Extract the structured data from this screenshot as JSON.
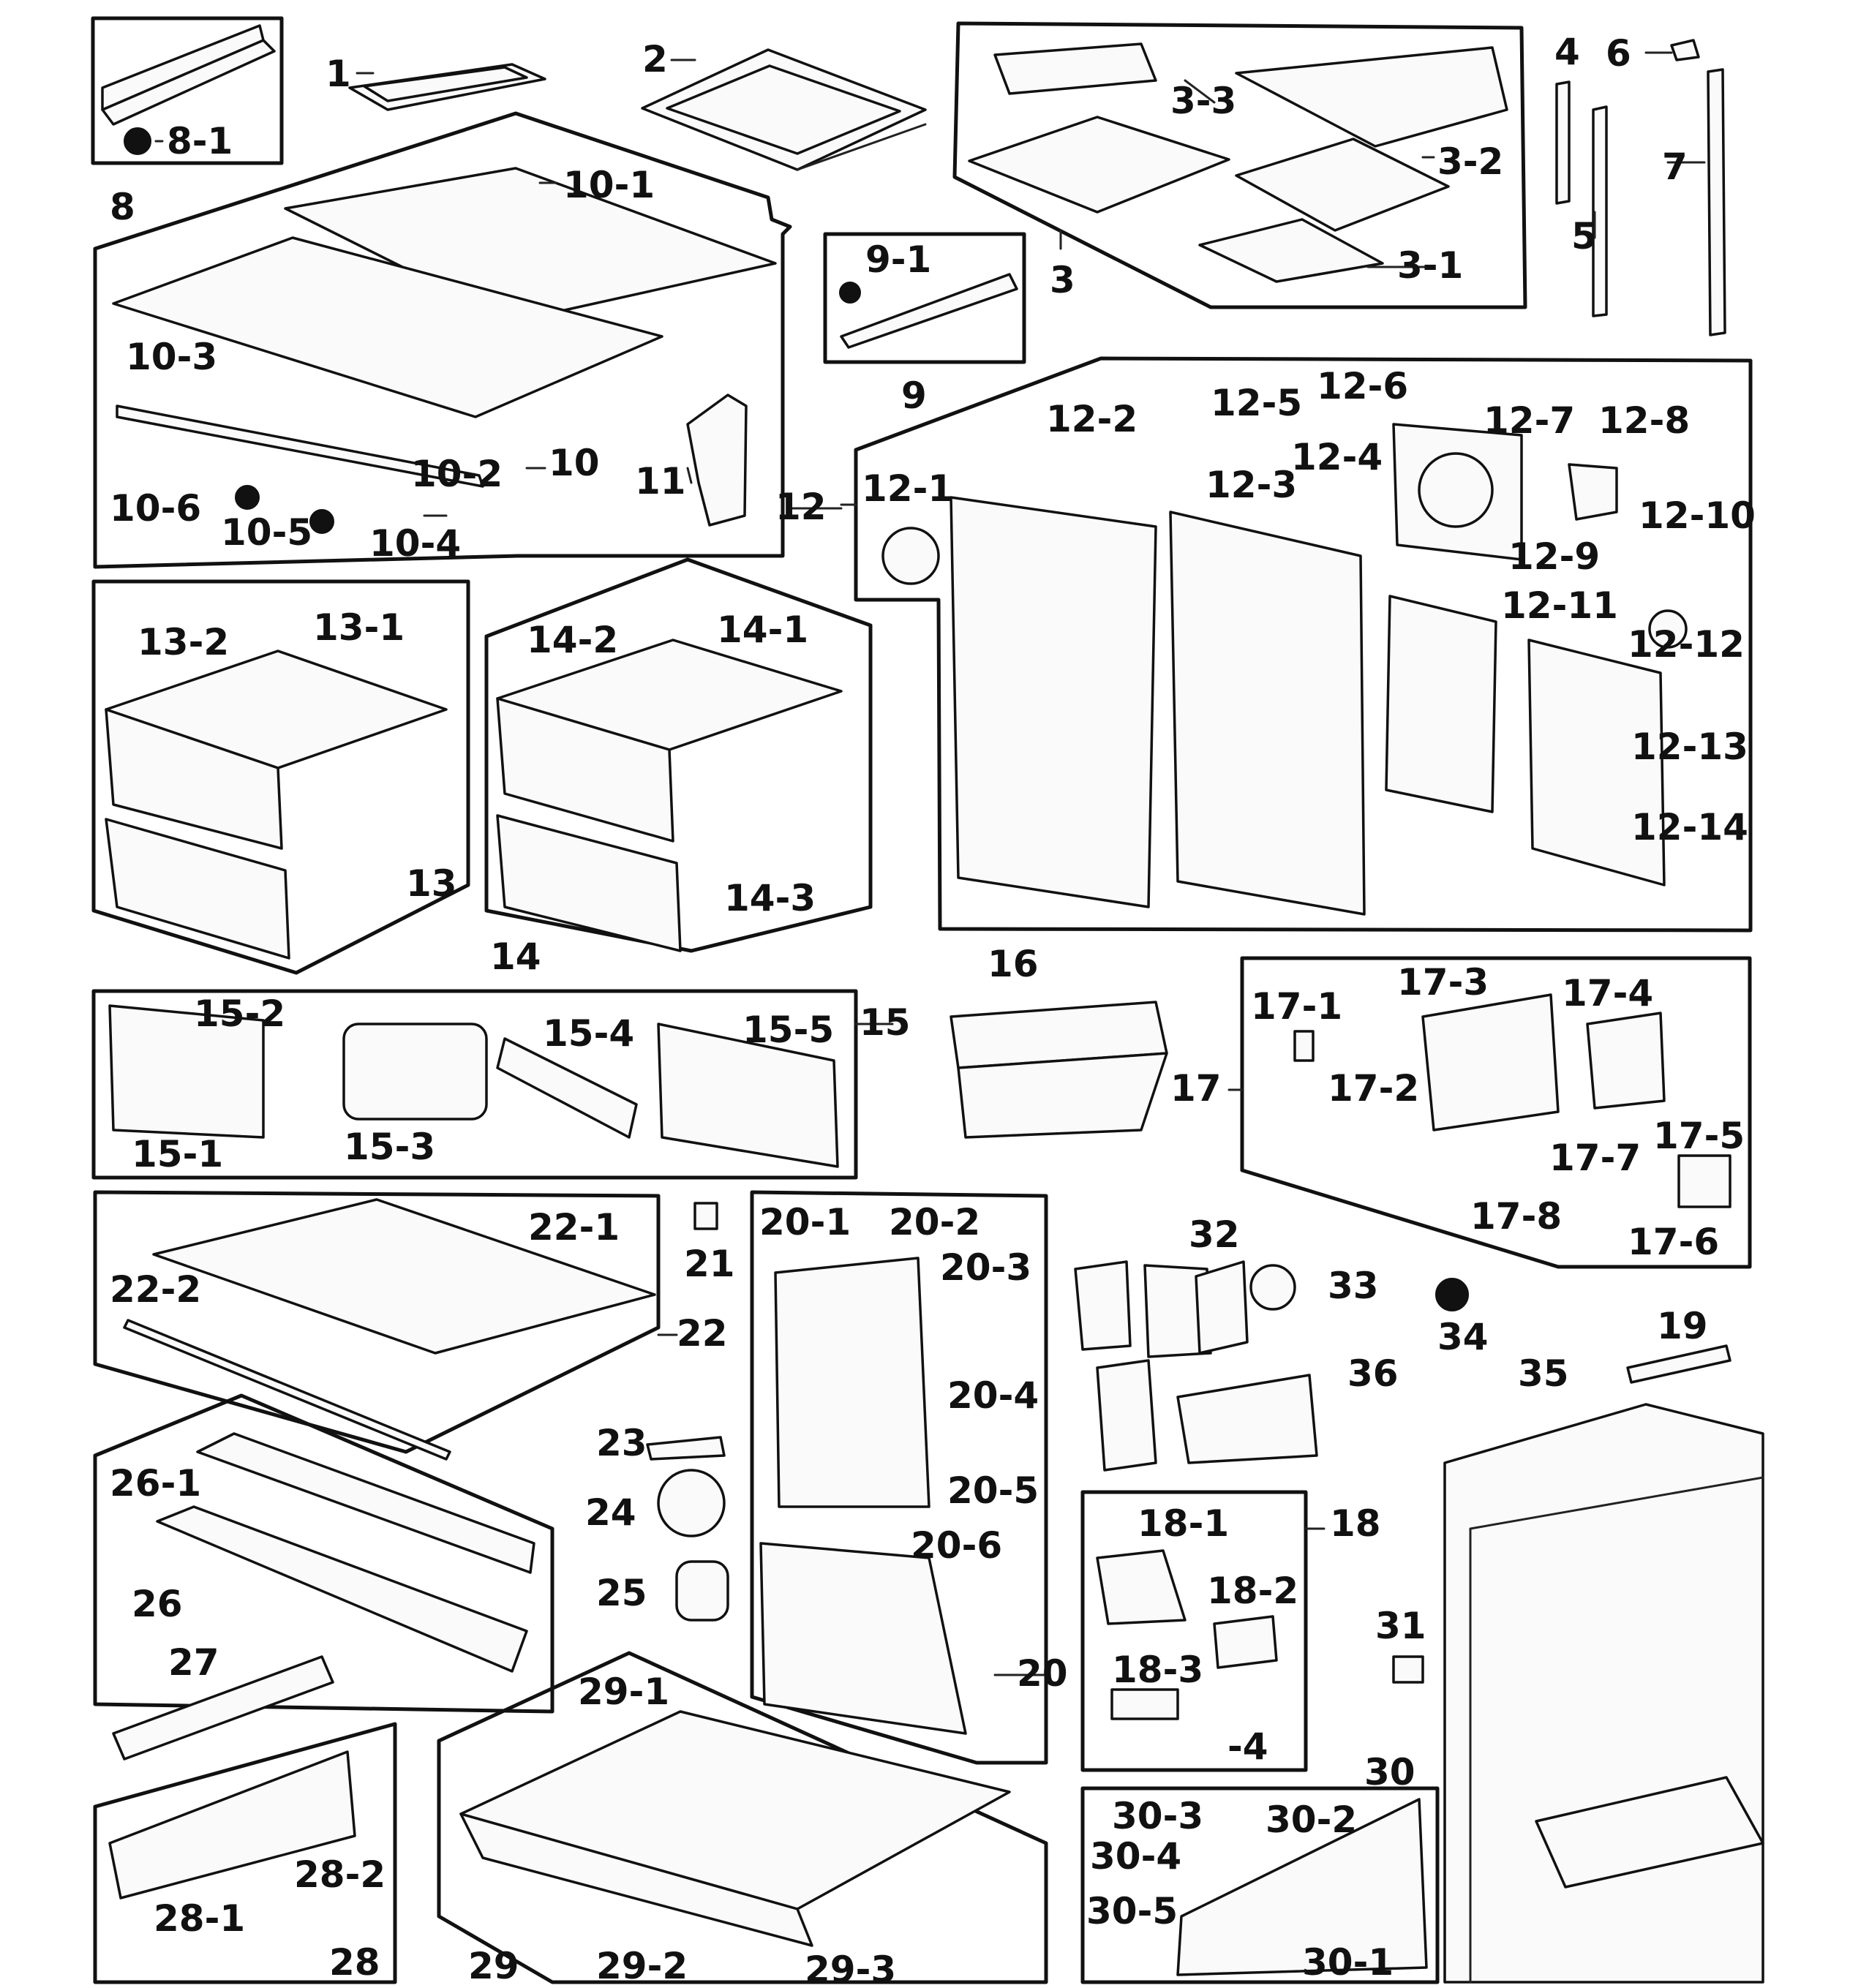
{
  "diagram": {
    "callouts": [
      "1",
      "2",
      "3",
      "3-1",
      "3-2",
      "3-3",
      "4",
      "5",
      "6",
      "7",
      "8",
      "8-1",
      "9",
      "9-1",
      "10",
      "10-1",
      "10-2",
      "10-3",
      "10-4",
      "10-5",
      "10-6",
      "11",
      "12",
      "12-1",
      "12-2",
      "12-3",
      "12-4",
      "12-5",
      "12-6",
      "12-7",
      "12-8",
      "12-9",
      "12-10",
      "12-11",
      "12-12",
      "12-13",
      "12-14",
      "13",
      "13-1",
      "13-2",
      "14",
      "14-1",
      "14-2",
      "14-3",
      "15",
      "15-1",
      "15-2",
      "15-3",
      "15-4",
      "15-5",
      "16",
      "17",
      "17-1",
      "17-2",
      "17-3",
      "17-4",
      "17-5",
      "17-6",
      "17-7",
      "17-8",
      "18",
      "18-1",
      "18-2",
      "18-3",
      "-4",
      "19",
      "20",
      "20-1",
      "20-2",
      "20-3",
      "20-4",
      "20-5",
      "20-6",
      "21",
      "22",
      "22-1",
      "22-2",
      "23",
      "24",
      "25",
      "26",
      "26-1",
      "27",
      "28",
      "28-1",
      "28-2",
      "29",
      "29-1",
      "29-2",
      "29-3",
      "30",
      "30-1",
      "30-2",
      "30-3",
      "30-4",
      "30-5",
      "31",
      "32",
      "33",
      "34",
      "35",
      "36"
    ]
  }
}
